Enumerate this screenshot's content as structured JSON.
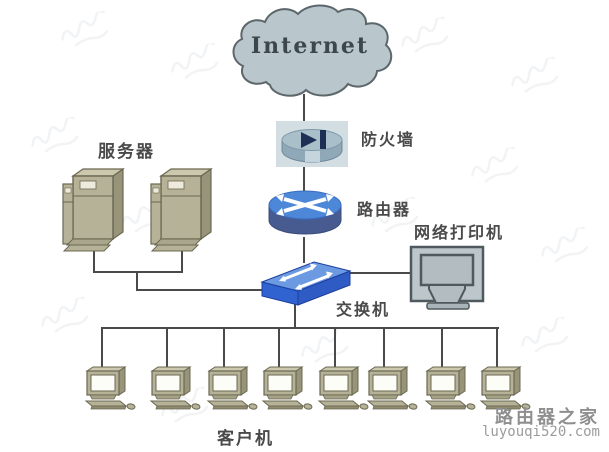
{
  "diagram": {
    "nodes": {
      "internet": {
        "label": "Internet"
      },
      "firewall": {
        "label": "防火墙"
      },
      "router": {
        "label": "路由器"
      },
      "switch": {
        "label": "交换机"
      },
      "servers": {
        "label": "服务器",
        "count": 2
      },
      "printer": {
        "label": "网络打印机"
      },
      "clients": {
        "label": "客户机",
        "count": 8
      }
    },
    "connections": [
      "internet-firewall",
      "firewall-router",
      "router-switch",
      "switch-printer",
      "server1-servers-bus",
      "server2-servers-bus",
      "servers-bus-switch",
      "switch-clients-bus",
      "clients-bus-8-drops"
    ]
  },
  "watermark": {
    "site_name": "路由器之家",
    "site_url": "luyouqi520.com"
  },
  "colors": {
    "background": "#ffffff",
    "wire": "#4a4a4a",
    "label_text": "#4a4a4a",
    "cloud_fill": "#b9c6cb",
    "cloud_stroke": "#5c676b",
    "firewall_tile": "#d3dee3",
    "firewall_steel": "#8fa9b8",
    "firewall_symbol_navy": "#1d2f55",
    "router_top_blue": "#4d88d8",
    "router_side_blue": "#475b90",
    "switch_top_blue": "#6b9ae2",
    "switch_front_blue": "#3062d0",
    "device_tan": "#b6b298",
    "device_outline": "#6b6852",
    "printer_gray": "#bdc6ca",
    "watermark_gray": "#8f8f8f"
  },
  "icons": [
    "cloud-icon",
    "firewall-icon",
    "router-icon",
    "switch-icon",
    "server-icon",
    "printer-icon",
    "client-icon",
    "mouse-icon"
  ]
}
